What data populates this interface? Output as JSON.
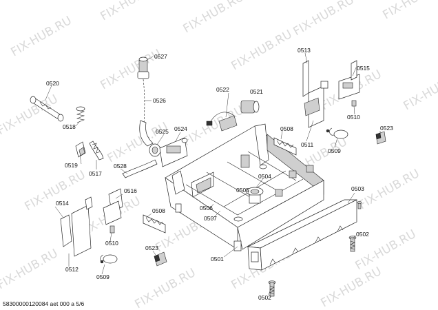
{
  "watermark": {
    "text": "FIX-HUB.RU"
  },
  "footer": {
    "text": "58300000120084 aet 000 a 5/6"
  },
  "labels": {
    "l0527": "0527",
    "l0520": "0520",
    "l0526": "0526",
    "l0518": "0518",
    "l0525": "0525",
    "l0524": "0524",
    "l0522": "0522",
    "l0521": "0521",
    "l0513": "0513",
    "l0515": "0515",
    "l0510a": "0510",
    "l0508a": "0508",
    "l0511": "0511",
    "l0509a": "0509",
    "l0523a": "0523",
    "l0519": "0519",
    "l0517": "0517",
    "l0528": "0528",
    "l0504": "0504",
    "l0505": "0505",
    "l0516": "0516",
    "l0514": "0514",
    "l0508b": "0508",
    "l0506": "0506",
    "l0507": "0507",
    "l0510b": "0510",
    "l0503": "0503",
    "l0502a": "0502",
    "l0523b": "0523",
    "l0501": "0501",
    "l0512": "0512",
    "l0509b": "0509",
    "l0502b": "0502"
  }
}
